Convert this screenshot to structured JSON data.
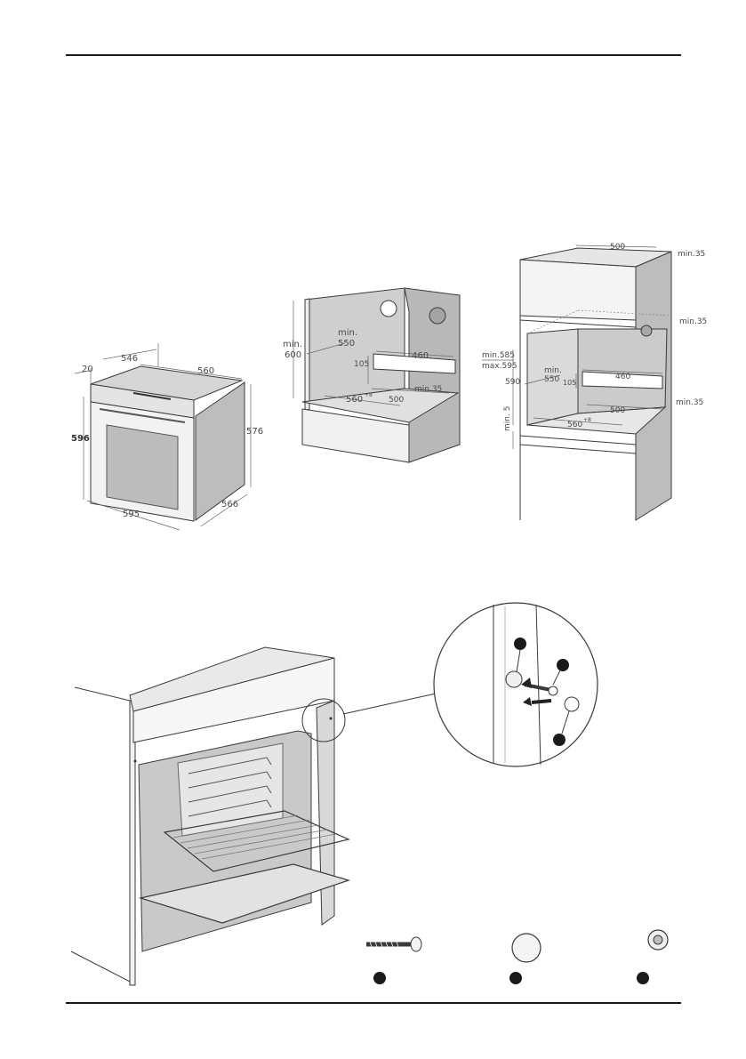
{
  "colors": {
    "rule": "#1a1a1a",
    "cabinet": "#c8c8c8",
    "cabinet_dark": "#a9a9a9",
    "line": "#3a3a3a",
    "badge": "#1a1a1a"
  },
  "oven_dims": {
    "d546": "546",
    "d20": "20",
    "d560": "560",
    "d596": "596",
    "d576": "576",
    "d595": "595",
    "d566": "566"
  },
  "under_counter": {
    "min600": [
      "min.",
      "600"
    ],
    "min550": [
      "min.",
      "550"
    ],
    "d460": "460",
    "d105": "105",
    "d500": "500",
    "min35": "min.35",
    "d560": "560",
    "sup": "+8"
  },
  "tall_unit": {
    "d500_top": "500",
    "min35_a": "min.35",
    "min35_b": "min.35",
    "min35_c": "min.35",
    "min585": "min.585",
    "max595": "max.595",
    "d590": "590",
    "min550": [
      "min.",
      "550"
    ],
    "d460": "460",
    "d105": "105",
    "d500": "500",
    "min5": "min. 5",
    "d560": "560",
    "sup": "+8"
  },
  "fixing_icons": [
    "screw-icon",
    "plug-cap-icon",
    "bushing-icon"
  ]
}
